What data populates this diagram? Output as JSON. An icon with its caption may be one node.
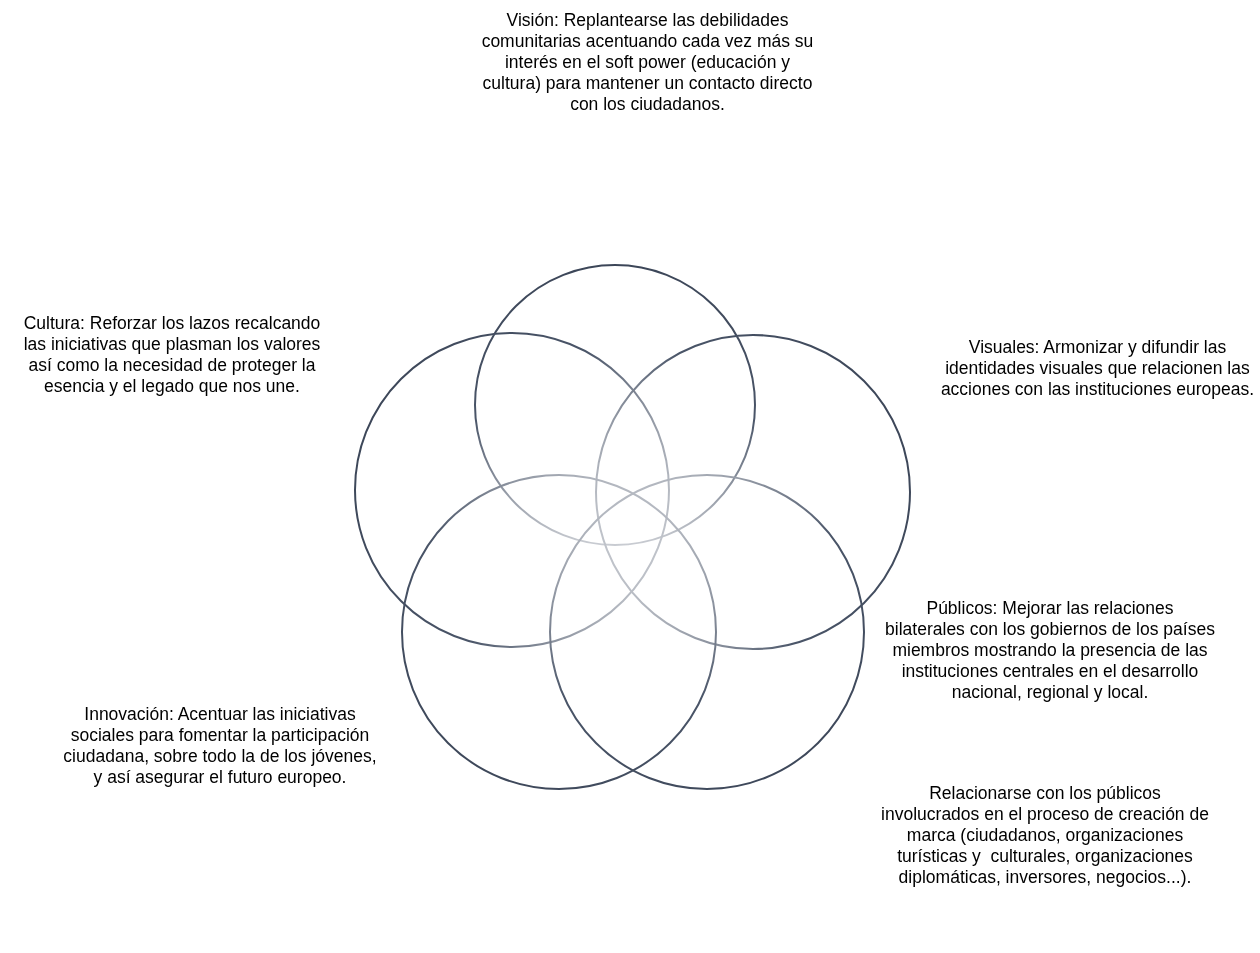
{
  "diagram": {
    "nodes": [
      {
        "text": [],
        "shape": "circle"
      },
      {
        "text": [],
        "shape": "circle"
      },
      {
        "text": [],
        "shape": "circle"
      },
      {
        "text": [],
        "shape": "circle"
      },
      {
        "text": [],
        "shape": "circle"
      }
    ],
    "labels": [
      "Visión: Replantearse las debilidades comunitarias acentuando cada vez más su interés en el soft power (educación y cultura) para mantener un contacto directo con los ciudadanos.",
      "Cultura: Reforzar los lazos recalcando las iniciativas que plasman los valores así como la necesidad de proteger la esencia y el legado que nos une.",
      "Visuales: Armonizar y difundir las identidades visuales que relacionen las acciones con las instituciones europeas.",
      "Públicos: Mejorar las relaciones bilaterales con los gobiernos de los países miembros mostrando la presencia de las instituciones centrales en el desarrollo nacional, regional y local.",
      "Innovación: Acentuar las iniciativas sociales para fomentar la participación ciudadana, sobre todo la de los jóvenes, y así asegurar el futuro europeo.",
      "Relacionarse con los públicos involucrados en el proceso de creación de marca (ciudadanos, organizaciones turísticas y  culturales, organizaciones diplomáticas, inversores, negocios...)."
    ]
  }
}
